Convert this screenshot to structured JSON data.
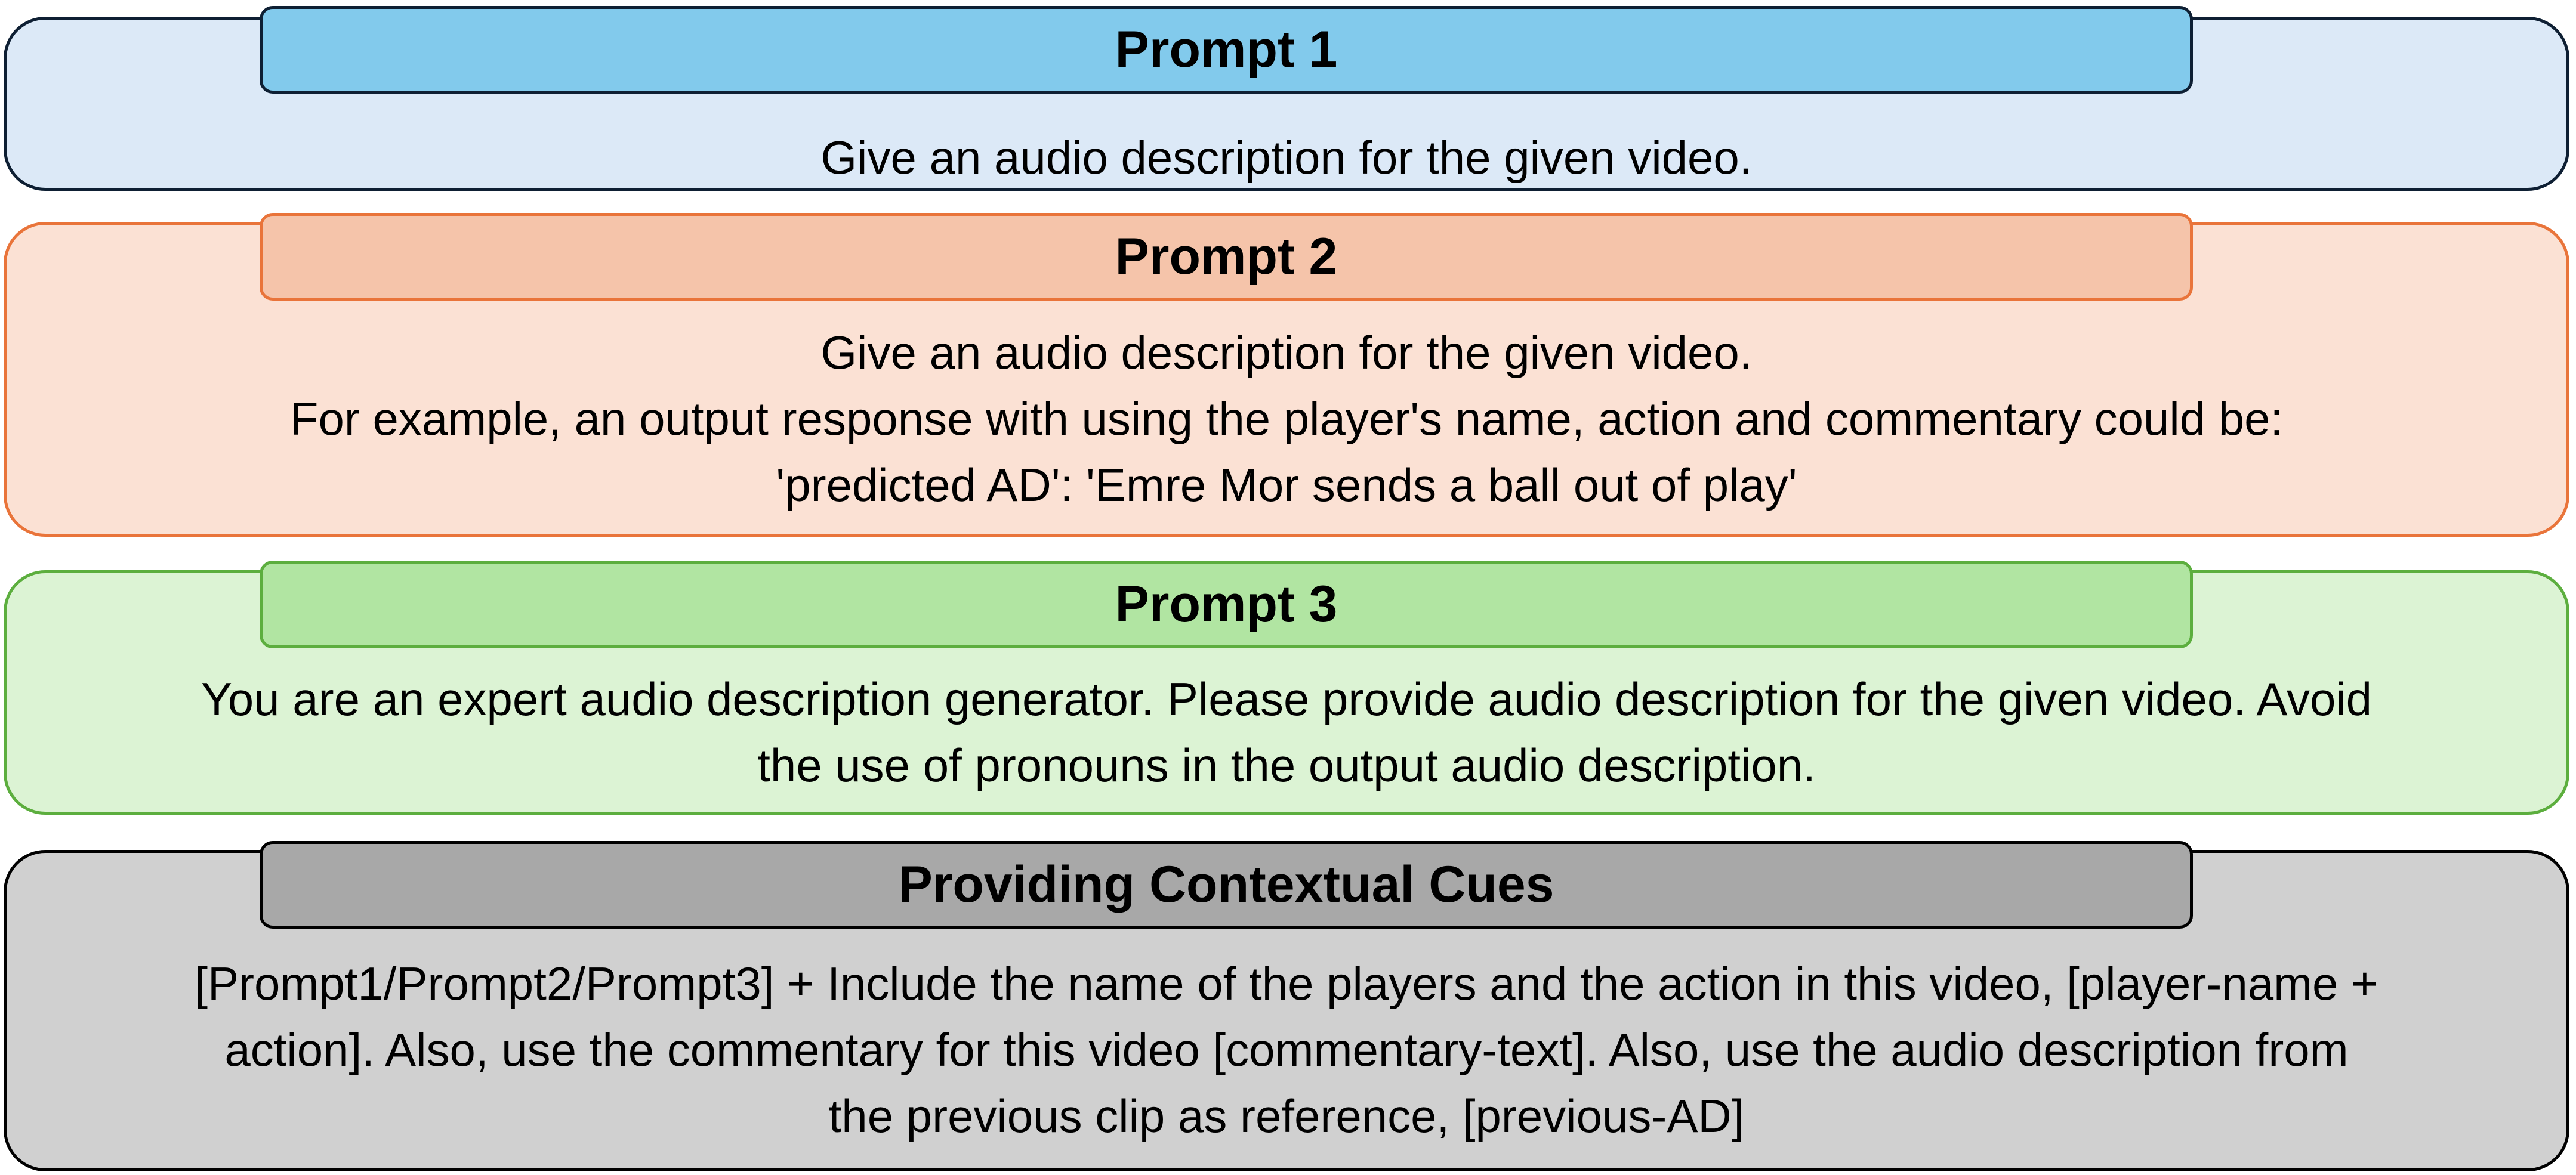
{
  "panels": [
    {
      "title": "Prompt 1",
      "lines": [
        "Give an audio description for the given video."
      ]
    },
    {
      "title": "Prompt 2",
      "lines": [
        "Give an audio description for the given video.",
        "For example, an output response with using the player's name, action and commentary could be:",
        "'predicted AD': 'Emre Mor sends a ball out of play'"
      ]
    },
    {
      "title": "Prompt 3",
      "lines": [
        "You are an expert audio description generator. Please provide audio description for the given video.  Avoid",
        "the use of pronouns in the output audio description."
      ]
    },
    {
      "title": "Providing Contextual Cues",
      "lines": [
        "[Prompt1/Prompt2/Prompt3] + Include the name of the players and the action in this video, [player-name +",
        "action]. Also, use the commentary for this video [commentary-text]. Also, use the audio description from",
        "the previous clip as reference, [previous-AD]"
      ]
    }
  ],
  "colors": {
    "prompt1_fill": "#dce9f7",
    "prompt1_tab": "#82caec",
    "prompt2_fill": "#fbe1d4",
    "prompt2_tab": "#f5c4aa",
    "prompt2_border": "#e9743a",
    "prompt3_fill": "#dcf3d4",
    "prompt3_tab": "#b1e5a2",
    "prompt3_border": "#5cae3e",
    "cues_fill": "#d0d0d0",
    "cues_tab": "#a8a8a8"
  }
}
